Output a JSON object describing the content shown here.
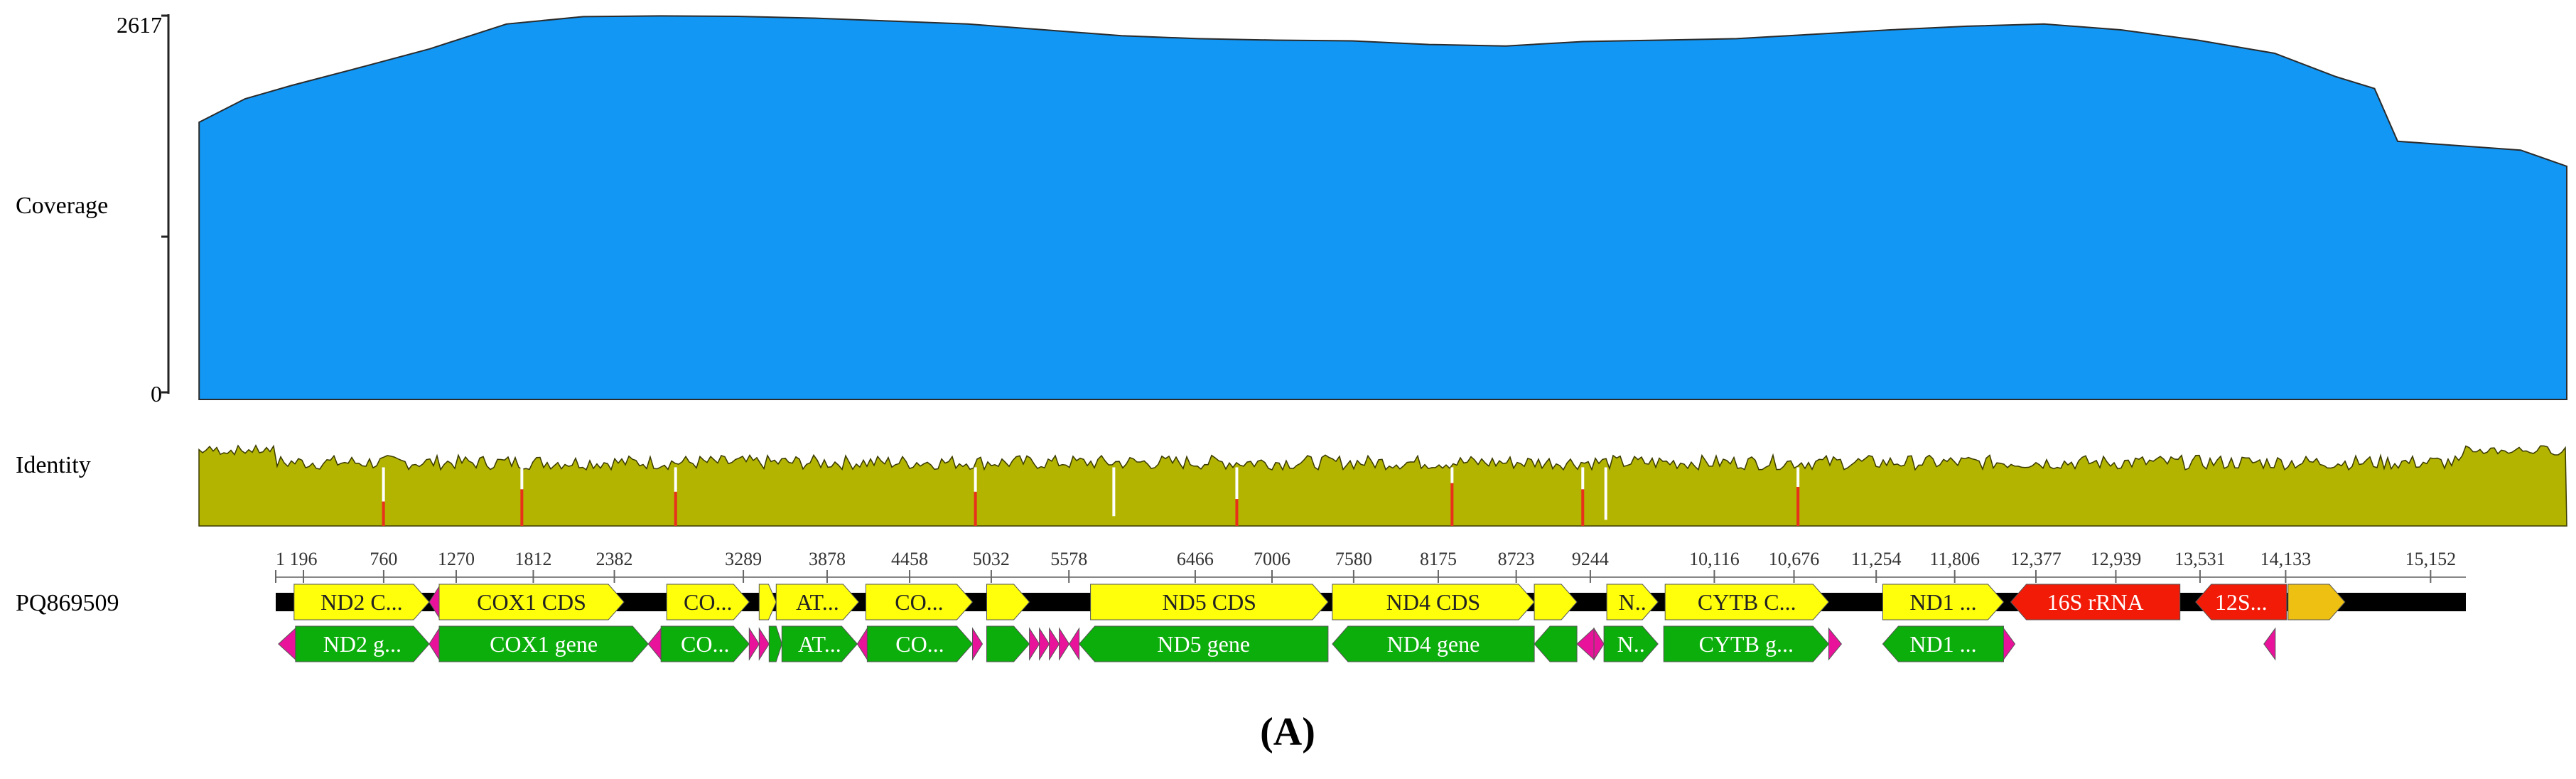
{
  "colors": {
    "coverage": "#1297f4",
    "identity": "#b2b400",
    "identity_low": "#e8301b",
    "cds": "#ffff0c",
    "gene": "#0cae0c",
    "trna": "#e8139a",
    "rrna": "#f11b08",
    "dloop": "#eec012",
    "backbone": "#000000"
  },
  "labels": {
    "coverage": "Coverage",
    "identity": "Identity",
    "sequence": "PQ869509",
    "panel": "(A)"
  },
  "chart_data": {
    "type": "area",
    "coverage": {
      "y_max_label": "2617",
      "y_min_label": "0",
      "ylim": [
        0,
        2617
      ],
      "x": [
        1,
        300,
        600,
        1000,
        1500,
        2000,
        2500,
        3000,
        3500,
        4000,
        4500,
        5000,
        5500,
        6000,
        6500,
        7000,
        7500,
        8000,
        8500,
        9000,
        9500,
        10000,
        10500,
        11000,
        11500,
        12000,
        12500,
        13000,
        13500,
        13900,
        14150,
        14300,
        14700,
        15100,
        15400
      ],
      "y": [
        1890,
        2050,
        2140,
        2250,
        2390,
        2560,
        2610,
        2615,
        2612,
        2600,
        2580,
        2560,
        2520,
        2480,
        2460,
        2450,
        2445,
        2420,
        2410,
        2440,
        2450,
        2460,
        2490,
        2520,
        2545,
        2560,
        2520,
        2450,
        2360,
        2200,
        2120,
        1760,
        1730,
        1700,
        1590
      ]
    },
    "identity": {
      "ylim": [
        0,
        100
      ],
      "baseline": 52,
      "dips": [
        {
          "x": 1200,
          "y": 20,
          "low": true
        },
        {
          "x": 2100,
          "y": 30,
          "low": true
        },
        {
          "x": 3100,
          "y": 28,
          "low": true
        },
        {
          "x": 5050,
          "y": 28,
          "low": true
        },
        {
          "x": 5950,
          "y": 8,
          "low": false
        },
        {
          "x": 6750,
          "y": 22,
          "low": true
        },
        {
          "x": 8150,
          "y": 35,
          "low": true
        },
        {
          "x": 9000,
          "y": 30,
          "low": true
        },
        {
          "x": 9150,
          "y": 5,
          "low": false
        },
        {
          "x": 10400,
          "y": 32,
          "low": true
        }
      ]
    },
    "ruler": {
      "seq_length": 15400,
      "ticks": [
        {
          "pos": 1,
          "label": "1"
        },
        {
          "pos": 196,
          "label": "196"
        },
        {
          "pos": 760,
          "label": "760"
        },
        {
          "pos": 1270,
          "label": "1270"
        },
        {
          "pos": 1812,
          "label": "1812"
        },
        {
          "pos": 2382,
          "label": "2382"
        },
        {
          "pos": 3289,
          "label": "3289"
        },
        {
          "pos": 3878,
          "label": "3878"
        },
        {
          "pos": 4458,
          "label": "4458"
        },
        {
          "pos": 5032,
          "label": "5032"
        },
        {
          "pos": 5578,
          "label": "5578"
        },
        {
          "pos": 6466,
          "label": "6466"
        },
        {
          "pos": 7006,
          "label": "7006"
        },
        {
          "pos": 7580,
          "label": "7580"
        },
        {
          "pos": 8175,
          "label": "8175"
        },
        {
          "pos": 8723,
          "label": "8723"
        },
        {
          "pos": 9244,
          "label": "9244"
        },
        {
          "pos": 10116,
          "label": "10,116"
        },
        {
          "pos": 10676,
          "label": "10,676"
        },
        {
          "pos": 11254,
          "label": "11,254"
        },
        {
          "pos": 11806,
          "label": "11,806"
        },
        {
          "pos": 12377,
          "label": "12,377"
        },
        {
          "pos": 12939,
          "label": "12,939"
        },
        {
          "pos": 13531,
          "label": "13,531"
        },
        {
          "pos": 14133,
          "label": "14,133"
        },
        {
          "pos": 15152,
          "label": "15,152"
        }
      ]
    },
    "annotations": [
      {
        "row": "top",
        "kind": "cds",
        "start": 130,
        "end": 1080,
        "dir": "right",
        "label": "ND2 C..."
      },
      {
        "row": "top",
        "kind": "trna",
        "start": 1080,
        "end": 1150,
        "dir": "left",
        "label": ""
      },
      {
        "row": "top",
        "kind": "cds",
        "start": 1150,
        "end": 2450,
        "dir": "right",
        "label": "COX1 CDS"
      },
      {
        "row": "top",
        "kind": "cds",
        "start": 2750,
        "end": 3330,
        "dir": "right",
        "label": "CO..."
      },
      {
        "row": "top",
        "kind": "cds",
        "start": 3400,
        "end": 3520,
        "dir": "right",
        "label": ""
      },
      {
        "row": "top",
        "kind": "cds",
        "start": 3520,
        "end": 4100,
        "dir": "right",
        "label": "AT..."
      },
      {
        "row": "top",
        "kind": "cds",
        "start": 4150,
        "end": 4900,
        "dir": "right",
        "label": "CO..."
      },
      {
        "row": "top",
        "kind": "cds",
        "start": 5000,
        "end": 5300,
        "dir": "right",
        "label": ""
      },
      {
        "row": "top",
        "kind": "cds",
        "start": 5730,
        "end": 7400,
        "dir": "right",
        "label": "ND5 CDS"
      },
      {
        "row": "top",
        "kind": "cds",
        "start": 7430,
        "end": 8850,
        "dir": "right",
        "label": "ND4 CDS"
      },
      {
        "row": "top",
        "kind": "cds",
        "start": 8850,
        "end": 9150,
        "dir": "right",
        "label": ""
      },
      {
        "row": "top",
        "kind": "cds",
        "start": 9360,
        "end": 9720,
        "dir": "right",
        "label": "N.."
      },
      {
        "row": "top",
        "kind": "cds",
        "start": 9770,
        "end": 10920,
        "dir": "right",
        "label": "CYTB C..."
      },
      {
        "row": "top",
        "kind": "cds",
        "start": 11300,
        "end": 12150,
        "dir": "right",
        "label": "ND1 ..."
      },
      {
        "row": "top",
        "kind": "rrna",
        "start": 12200,
        "end": 13390,
        "dir": "left",
        "label": "16S rRNA"
      },
      {
        "row": "top",
        "kind": "rrna",
        "start": 13500,
        "end": 14140,
        "dir": "left",
        "label": "12S..."
      },
      {
        "row": "top",
        "kind": "dloop",
        "start": 14150,
        "end": 14550,
        "dir": "right",
        "label": ""
      },
      {
        "row": "bottom",
        "kind": "trna",
        "start": 20,
        "end": 140,
        "dir": "left",
        "label": ""
      },
      {
        "row": "bottom",
        "kind": "gene",
        "start": 140,
        "end": 1080,
        "dir": "right",
        "label": "ND2 g..."
      },
      {
        "row": "bottom",
        "kind": "trna",
        "start": 1080,
        "end": 1150,
        "dir": "left",
        "label": ""
      },
      {
        "row": "bottom",
        "kind": "gene",
        "start": 1150,
        "end": 2620,
        "dir": "right",
        "label": "COX1 gene"
      },
      {
        "row": "bottom",
        "kind": "trna",
        "start": 2620,
        "end": 2710,
        "dir": "left",
        "label": ""
      },
      {
        "row": "bottom",
        "kind": "gene",
        "start": 2710,
        "end": 3330,
        "dir": "right",
        "label": "CO..."
      },
      {
        "row": "bottom",
        "kind": "trna",
        "start": 3330,
        "end": 3400,
        "dir": "right",
        "label": ""
      },
      {
        "row": "bottom",
        "kind": "trna",
        "start": 3400,
        "end": 3470,
        "dir": "right",
        "label": ""
      },
      {
        "row": "bottom",
        "kind": "gene",
        "start": 3470,
        "end": 3560,
        "dir": "right",
        "label": ""
      },
      {
        "row": "bottom",
        "kind": "gene",
        "start": 3560,
        "end": 4090,
        "dir": "right",
        "label": "AT..."
      },
      {
        "row": "bottom",
        "kind": "trna",
        "start": 4090,
        "end": 4160,
        "dir": "left",
        "label": ""
      },
      {
        "row": "bottom",
        "kind": "gene",
        "start": 4160,
        "end": 4900,
        "dir": "right",
        "label": "CO..."
      },
      {
        "row": "bottom",
        "kind": "trna",
        "start": 4900,
        "end": 4970,
        "dir": "right",
        "label": ""
      },
      {
        "row": "bottom",
        "kind": "gene",
        "start": 5000,
        "end": 5300,
        "dir": "right",
        "label": ""
      },
      {
        "row": "bottom",
        "kind": "trna",
        "start": 5300,
        "end": 5370,
        "dir": "right",
        "label": ""
      },
      {
        "row": "bottom",
        "kind": "trna",
        "start": 5370,
        "end": 5440,
        "dir": "right",
        "label": ""
      },
      {
        "row": "bottom",
        "kind": "trna",
        "start": 5440,
        "end": 5510,
        "dir": "right",
        "label": ""
      },
      {
        "row": "bottom",
        "kind": "trna",
        "start": 5510,
        "end": 5580,
        "dir": "right",
        "label": ""
      },
      {
        "row": "bottom",
        "kind": "trna",
        "start": 5580,
        "end": 5650,
        "dir": "left",
        "label": ""
      },
      {
        "row": "bottom",
        "kind": "gene",
        "start": 5650,
        "end": 7400,
        "dir": "left",
        "label": "ND5 gene"
      },
      {
        "row": "bottom",
        "kind": "gene",
        "start": 7430,
        "end": 8850,
        "dir": "left",
        "label": "ND4 gene"
      },
      {
        "row": "bottom",
        "kind": "gene",
        "start": 8850,
        "end": 9150,
        "dir": "left",
        "label": ""
      },
      {
        "row": "bottom",
        "kind": "trna",
        "start": 9150,
        "end": 9270,
        "dir": "left",
        "label": ""
      },
      {
        "row": "bottom",
        "kind": "trna",
        "start": 9270,
        "end": 9340,
        "dir": "right",
        "label": ""
      },
      {
        "row": "bottom",
        "kind": "gene",
        "start": 9340,
        "end": 9720,
        "dir": "right",
        "label": "N.."
      },
      {
        "row": "bottom",
        "kind": "gene",
        "start": 9760,
        "end": 10920,
        "dir": "right",
        "label": "CYTB g..."
      },
      {
        "row": "bottom",
        "kind": "trna",
        "start": 10920,
        "end": 11010,
        "dir": "right",
        "label": ""
      },
      {
        "row": "bottom",
        "kind": "gene",
        "start": 11300,
        "end": 12150,
        "dir": "left",
        "label": "ND1 ..."
      },
      {
        "row": "bottom",
        "kind": "trna",
        "start": 12150,
        "end": 12230,
        "dir": "right",
        "label": ""
      },
      {
        "row": "bottom",
        "kind": "trna",
        "start": 13980,
        "end": 14060,
        "dir": "left",
        "label": ""
      }
    ]
  }
}
